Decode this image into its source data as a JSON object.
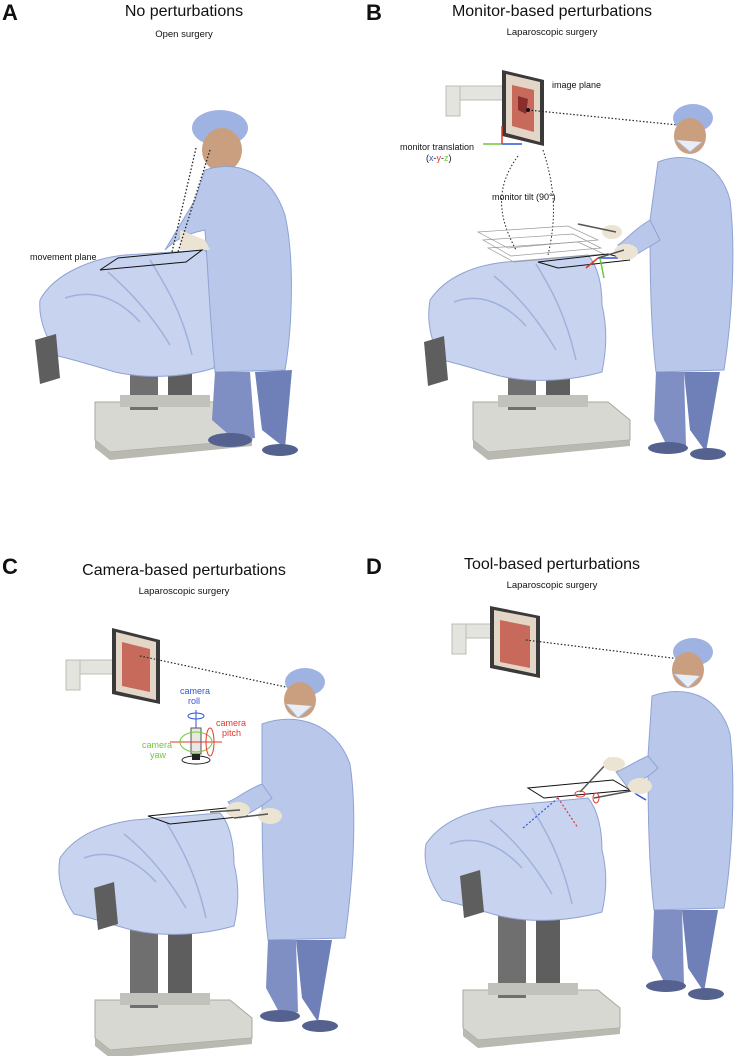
{
  "colors": {
    "gown": "#b9c8ea",
    "gown_shadow": "#8fa3d3",
    "drape": "#c7d3ef",
    "pants": "#7f8fc4",
    "cart": "#d8d8d2",
    "cart_dark": "#6f6f6f",
    "skin": "#e7c9a6",
    "glove": "#ece4d2",
    "screen_img": "#c86a5b",
    "red": "#e8352a",
    "blue": "#2f57d8",
    "green": "#6dc83a"
  },
  "panels": {
    "a": {
      "letter": "A",
      "title": "No perturbations",
      "subtitle": "Open surgery",
      "labels": {
        "movement_plane": "movement plane"
      }
    },
    "b": {
      "letter": "B",
      "title": "Monitor-based perturbations",
      "subtitle": "Laparoscopic surgery",
      "labels": {
        "image_plane": "image plane",
        "monitor_translation": "monitor translation",
        "x": "x",
        "dash1": "-",
        "y": "y",
        "dash2": "-",
        "z": "z",
        "monitor_tilt": "monitor tilt (90°)"
      }
    },
    "c": {
      "letter": "C",
      "title": "Camera-based perturbations",
      "subtitle": "Laparoscopic surgery",
      "labels": {
        "roll_1": "camera",
        "roll_2": "roll",
        "pitch_1": "camera",
        "pitch_2": "pitch",
        "yaw_1": "camera",
        "yaw_2": "yaw"
      }
    },
    "d": {
      "letter": "D",
      "title": "Tool-based perturbations",
      "subtitle": "Laparoscopic surgery"
    }
  }
}
